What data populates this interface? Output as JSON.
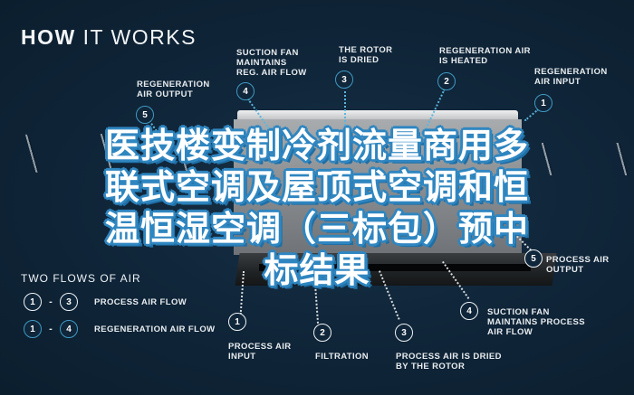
{
  "title": {
    "bold": "HOW",
    "rest": " IT WORKS"
  },
  "headline": "医技楼变制冷剂流量商用多联式空调及屋顶式空调和恒温恒湿空调（三标包）预中标结果",
  "top_callouts": [
    {
      "number": "5",
      "label": "REGENERATION\nAIR OUTPUT"
    },
    {
      "number": "4",
      "label": "SUCTION FAN\nMAINTAINS\nREG. AIR FLOW"
    },
    {
      "number": "3",
      "label": "THE ROTOR\nIS DRIED"
    },
    {
      "number": "2",
      "label": "REGENERATION AIR\nIS HEATED"
    },
    {
      "number": "1",
      "label": "REGENERATION\nAIR INPUT"
    }
  ],
  "bottom_callouts": [
    {
      "number": "1",
      "label": "PROCESS AIR\nINPUT"
    },
    {
      "number": "2",
      "label": "FILTRATION"
    },
    {
      "number": "3",
      "label": "PROCESS AIR IS DRIED\nBY THE ROTOR"
    },
    {
      "number": "4",
      "label": "SUCTION FAN\nMAINTAINS PROCESS\nAIR FLOW"
    },
    {
      "number": "5",
      "label": "PROCESS AIR\nOUTPUT"
    }
  ],
  "legend": {
    "title": "TWO FLOWS OF AIR",
    "rows": [
      {
        "from": "1",
        "to": "3",
        "label": "PROCESS AIR FLOW",
        "style": "white"
      },
      {
        "from": "1",
        "to": "4",
        "label": "REGENERATION AIR FLOW",
        "style": "blue"
      }
    ]
  },
  "colors": {
    "background": "#10263a",
    "headline_outline": "#2f86c0",
    "regeneration_line": "#5bb6de",
    "process_line": "#d9dde0"
  }
}
